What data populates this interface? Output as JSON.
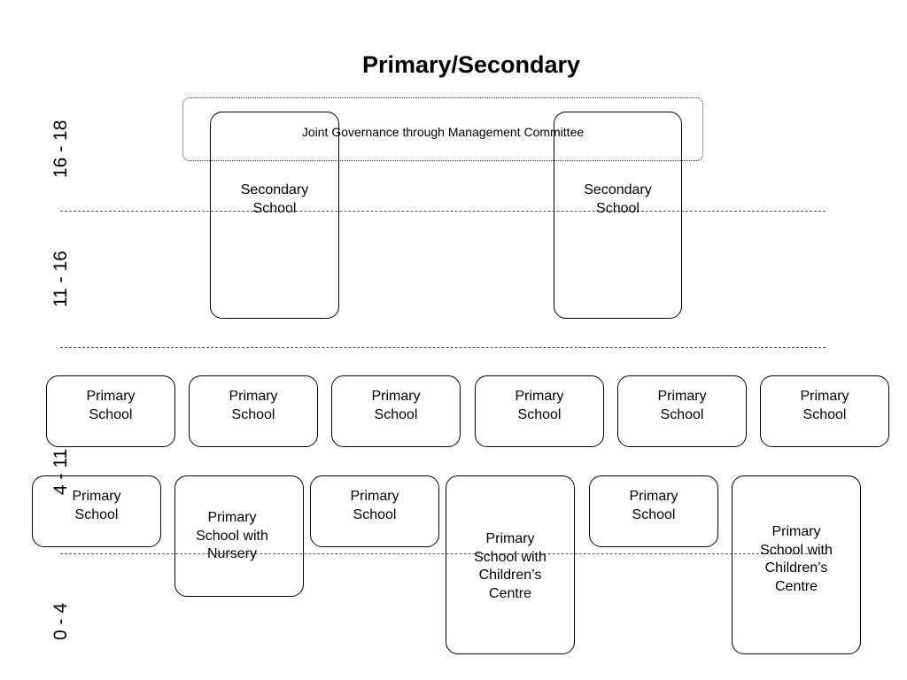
{
  "title": "Primary/Secondary",
  "age_bands": [
    "16 - 18",
    "11 - 16",
    "4 - 11",
    "0 - 4"
  ],
  "governance_label": "Joint Governance through Management Committee",
  "secondary_label": [
    "Secondary",
    "School"
  ],
  "primary_label": [
    "Primary",
    "School"
  ],
  "primary_nursery_label": [
    "Primary",
    "School with",
    "Nursery"
  ],
  "primary_centre_label": [
    "Primary",
    "School with",
    "Children’s",
    "Centre"
  ]
}
